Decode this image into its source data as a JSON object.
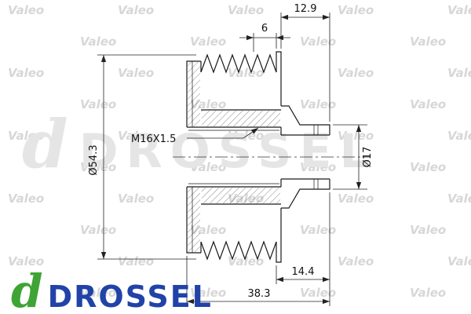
{
  "watermarks": {
    "tile_text": "Valeo",
    "center_glyph": "d",
    "center_text": "DROSSEL"
  },
  "logo": {
    "glyph": "d",
    "text": "DROSSEL"
  },
  "colors": {
    "logo_glyph_green": "#3fa435",
    "logo_text_blue": "#2143a8",
    "watermark_gray": "#d7d7d7",
    "center_watermark_gray": "#e5e5e5",
    "line_black": "#1a1a1a"
  },
  "dimensions": {
    "top_width": "12.9",
    "rib_width": "6",
    "outer_diameter": "Ø54.3",
    "thread_spec": "M16X1.5",
    "shaft_diameter": "Ø17",
    "hub_width": "14.4",
    "overall_width": "38.3"
  }
}
